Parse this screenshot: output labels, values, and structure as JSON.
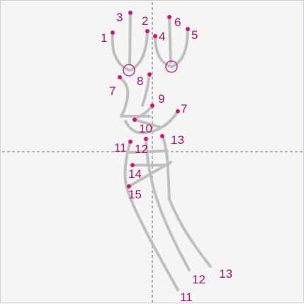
{
  "colors": {
    "background": "#f5f5f4",
    "stroke": "#c0c0c0",
    "point": "#d4147a",
    "label": "#b8126e",
    "guide": "#777777"
  },
  "labels": {
    "p1": "1",
    "p2": "2",
    "p3": "3",
    "p4": "4",
    "p5": "5",
    "p6": "6",
    "p7_left": "7",
    "p7_right": "7",
    "p8": "8",
    "p9": "9",
    "p10": "10",
    "p11_top": "11",
    "p11_bottom": "11",
    "p12_top": "12",
    "p12_bottom": "12",
    "p13_top": "13",
    "p13_bottom": "13",
    "p14": "14",
    "p15": "15"
  }
}
